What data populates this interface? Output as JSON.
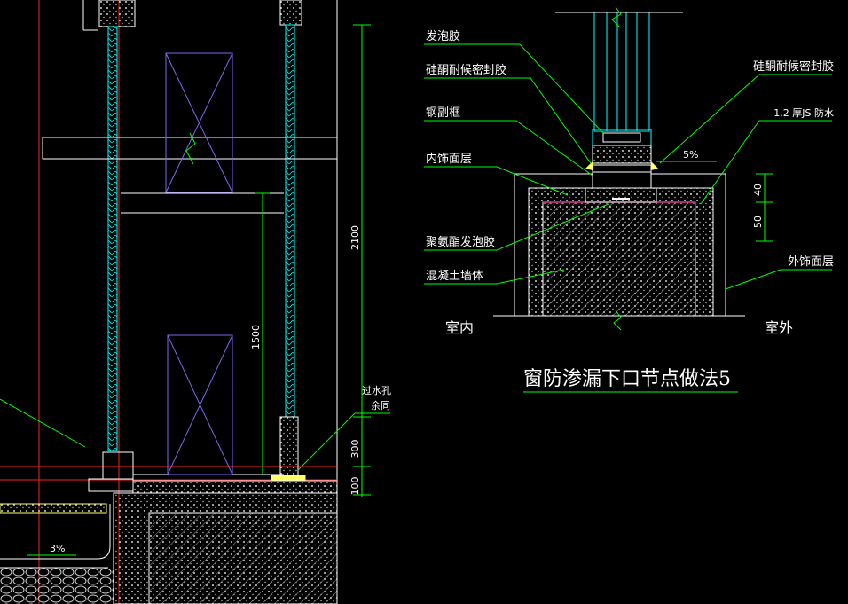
{
  "callouts": {
    "foam_glue": "发泡胶",
    "silicone_sealant_left": "硅酮耐候密封胶",
    "steel_subframe": "钢副框",
    "interior_finish": "内饰面层",
    "pu_foam": "聚氨酯发泡胶",
    "concrete_wall": "混凝土墙体",
    "silicone_sealant_right": "硅酮耐候密封胶",
    "js_waterproof": "1.2  厚JS 防水",
    "exterior_finish": "外饰面层",
    "weep_hole": "过水孔",
    "weep_hole_spacing": "余同"
  },
  "dimensions": {
    "d40": "40",
    "d50": "50",
    "d2100": "2100",
    "d1500": "1500",
    "d300": "300",
    "d100": "100",
    "slope_right": "5%",
    "slope_left": "3%"
  },
  "rooms": {
    "indoor": "室内",
    "outdoor": "室外"
  },
  "detail_title": "窗防渗漏下口节点做法5",
  "colors": {
    "background": "#000000",
    "leader": "#00ff00",
    "glass": "#00ffff",
    "dim_line": "#00ff00",
    "axis": "#ff2020",
    "window": "#7b68ee",
    "wall_fill": "#c0c0c0",
    "text": "#ffffff",
    "sealant": "#ffff66"
  }
}
